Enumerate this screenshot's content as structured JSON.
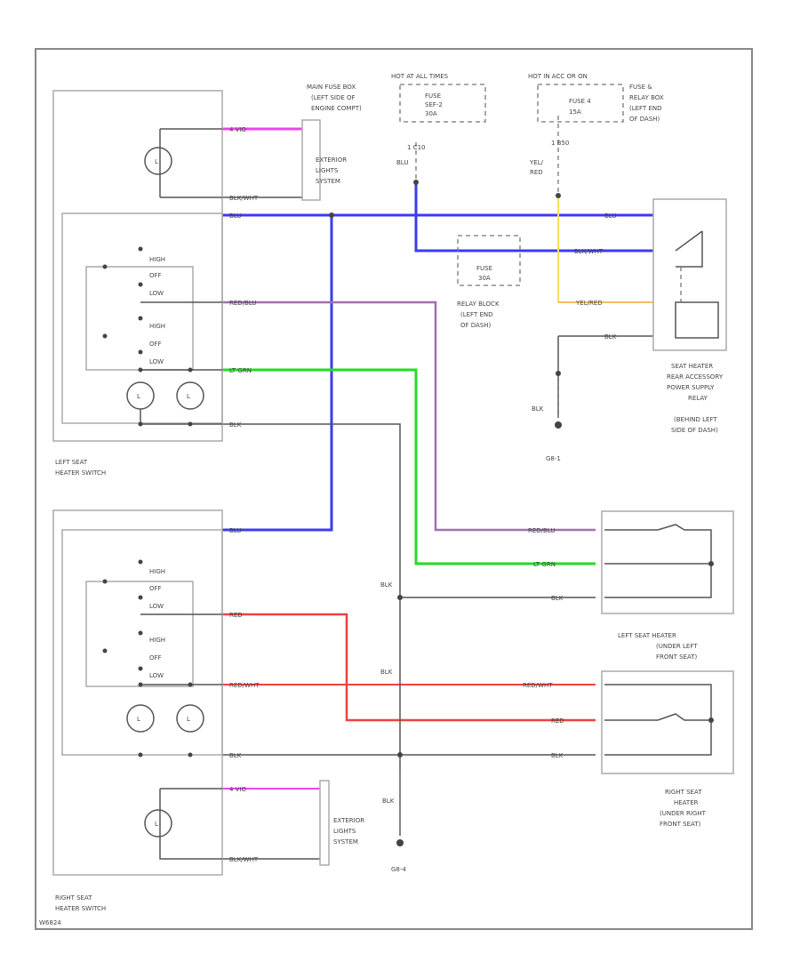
{
  "colors": {
    "blu": "#3b3bf0",
    "pnk": "#ee44ee",
    "red": "#f04040",
    "grn": "#22dd22",
    "pur": "#a070b0",
    "yel": "#f4e25a",
    "org": "#f0c060",
    "blk": "#333333",
    "frame": "#888888"
  },
  "top": {
    "hot_all": "HOT AT ALL TIMES",
    "fuse_main": [
      "FUSE",
      "SEF-2",
      "30A"
    ],
    "main_box": [
      "MAIN FUSE BOX",
      "(LEFT SIDE OF",
      "ENGINE COMPT)"
    ],
    "hot_acc": "HOT IN ACC OR ON",
    "fuse4": [
      "FUSE 4",
      "15A"
    ],
    "fuse_relay_box": [
      "FUSE &",
      "RELAY BOX",
      "(LEFT END",
      "OF DASH)"
    ],
    "blu_id": "1 C10",
    "yel_id": "1 B50",
    "blu_label": "BLU",
    "yel_red_label": [
      "YEL/",
      "RED"
    ]
  },
  "relay_block": [
    "FUSE",
    "30A",
    "RELAY BLOCK",
    "(LEFT END",
    "OF DASH)"
  ],
  "relay": [
    "SEAT HEATER",
    "REAR ACCESSORY",
    "POWER SUPPLY",
    "RELAY",
    "(BEHIND LEFT",
    "SIDE OF DASH)"
  ],
  "ground1": "G8-1",
  "ground2": "G8-4",
  "switch_labels": [
    "HIGH",
    "OFF",
    "LOW"
  ],
  "lamp": "L",
  "left_switch_name": [
    "LEFT SEAT",
    "HEATER SWITCH"
  ],
  "right_switch_name": [
    "RIGHT SEAT",
    "HEATER SWITCH"
  ],
  "left_heater_name": [
    "LEFT SEAT HEATER",
    "(UNDER LEFT",
    "FRONT SEAT)"
  ],
  "right_heater_name": [
    "RIGHT SEAT",
    "HEATER",
    "(UNDER RIGHT",
    "FRONT SEAT)"
  ],
  "exterior_lights": [
    "EXTERIOR",
    "LIGHTS",
    "SYSTEM"
  ],
  "wires": {
    "v_ind": "4 VIO",
    "blk_wht": "BLK/WHT",
    "blu": "BLU",
    "red_blu": "RED/BLU",
    "lt_grn": "LT GRN",
    "blk": "BLK",
    "red": "RED",
    "red_wht": "RED/WHT",
    "yel_red": "YEL/RED",
    "blk_wht_r": "BLK/WHT"
  },
  "footer_code": "W6824"
}
